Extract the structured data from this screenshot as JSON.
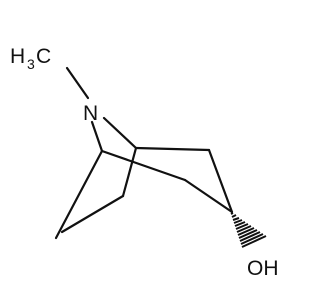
{
  "molecule": {
    "labels": {
      "methyl_main": "H",
      "methyl_sub": "3",
      "methyl_tail": "C",
      "nitrogen": "N",
      "hydroxyl": "OH"
    }
  }
}
